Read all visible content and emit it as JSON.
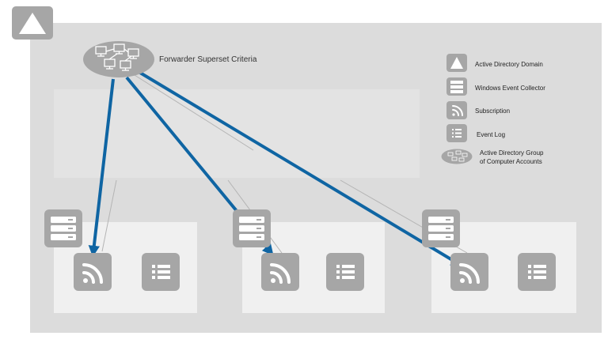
{
  "diagram": {
    "group_label": "Forwarder Superset Criteria",
    "colors": {
      "domain_background": "#dcdcdc",
      "icon_fill": "#a6a6a6",
      "arrow": "#0f65a3",
      "thin_line": "#b4b4b4"
    },
    "servers": [
      {
        "name": "server-1",
        "icons": [
          "server-icon",
          "subscription-icon",
          "event-log-icon"
        ]
      },
      {
        "name": "server-2",
        "icons": [
          "server-icon",
          "subscription-icon",
          "event-log-icon"
        ]
      },
      {
        "name": "server-3",
        "icons": [
          "server-icon",
          "subscription-icon",
          "event-log-icon"
        ]
      }
    ],
    "arrows": [
      {
        "from": "computer-group",
        "to": "server-1-subscription"
      },
      {
        "from": "computer-group",
        "to": "server-2-subscription"
      },
      {
        "from": "computer-group",
        "to": "server-3-subscription"
      }
    ]
  },
  "legend": {
    "items": [
      {
        "icon": "triangle-icon",
        "label": "Active Directory Domain"
      },
      {
        "icon": "server-icon",
        "label": "Windows Event Collector"
      },
      {
        "icon": "rss-icon",
        "label": "Subscription"
      },
      {
        "icon": "list-icon",
        "label": "Event Log"
      },
      {
        "icon": "computer-group-icon",
        "label_line1": "Active Directory Group",
        "label_line2": "of Computer Accounts"
      }
    ]
  }
}
